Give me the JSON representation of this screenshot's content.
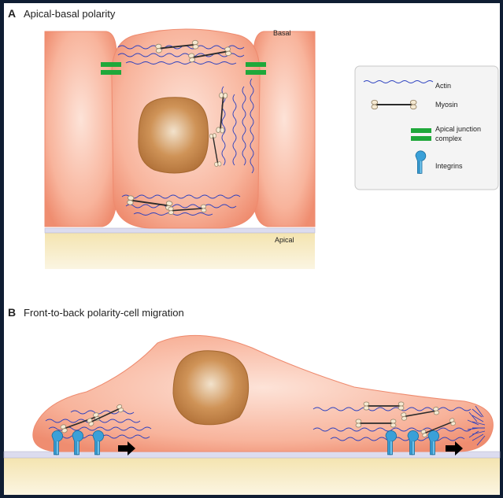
{
  "panel_a": {
    "letter": "A",
    "title": "Apical-basal polarity",
    "basal_label": "Basal",
    "apical_label": "Apical"
  },
  "panel_b": {
    "letter": "B",
    "title": "Front-to-back polarity-cell migration"
  },
  "legend": {
    "items": [
      {
        "label": "Actin",
        "icon": "actin-icon"
      },
      {
        "label": "Myosin",
        "icon": "myosin-icon"
      },
      {
        "label": "Apical junction",
        "label2": "complex",
        "icon": "junction-icon"
      },
      {
        "label": "Integrins",
        "icon": "integrin-icon"
      }
    ]
  },
  "colors": {
    "frame": "#0f1d33",
    "cell": "#f7a98f",
    "nucleus": "#c8854a",
    "actin": "#2a3fbf",
    "junction": "#1fa83a",
    "integrin": "#3aa0d8",
    "substrate": "#f3e6b8"
  }
}
